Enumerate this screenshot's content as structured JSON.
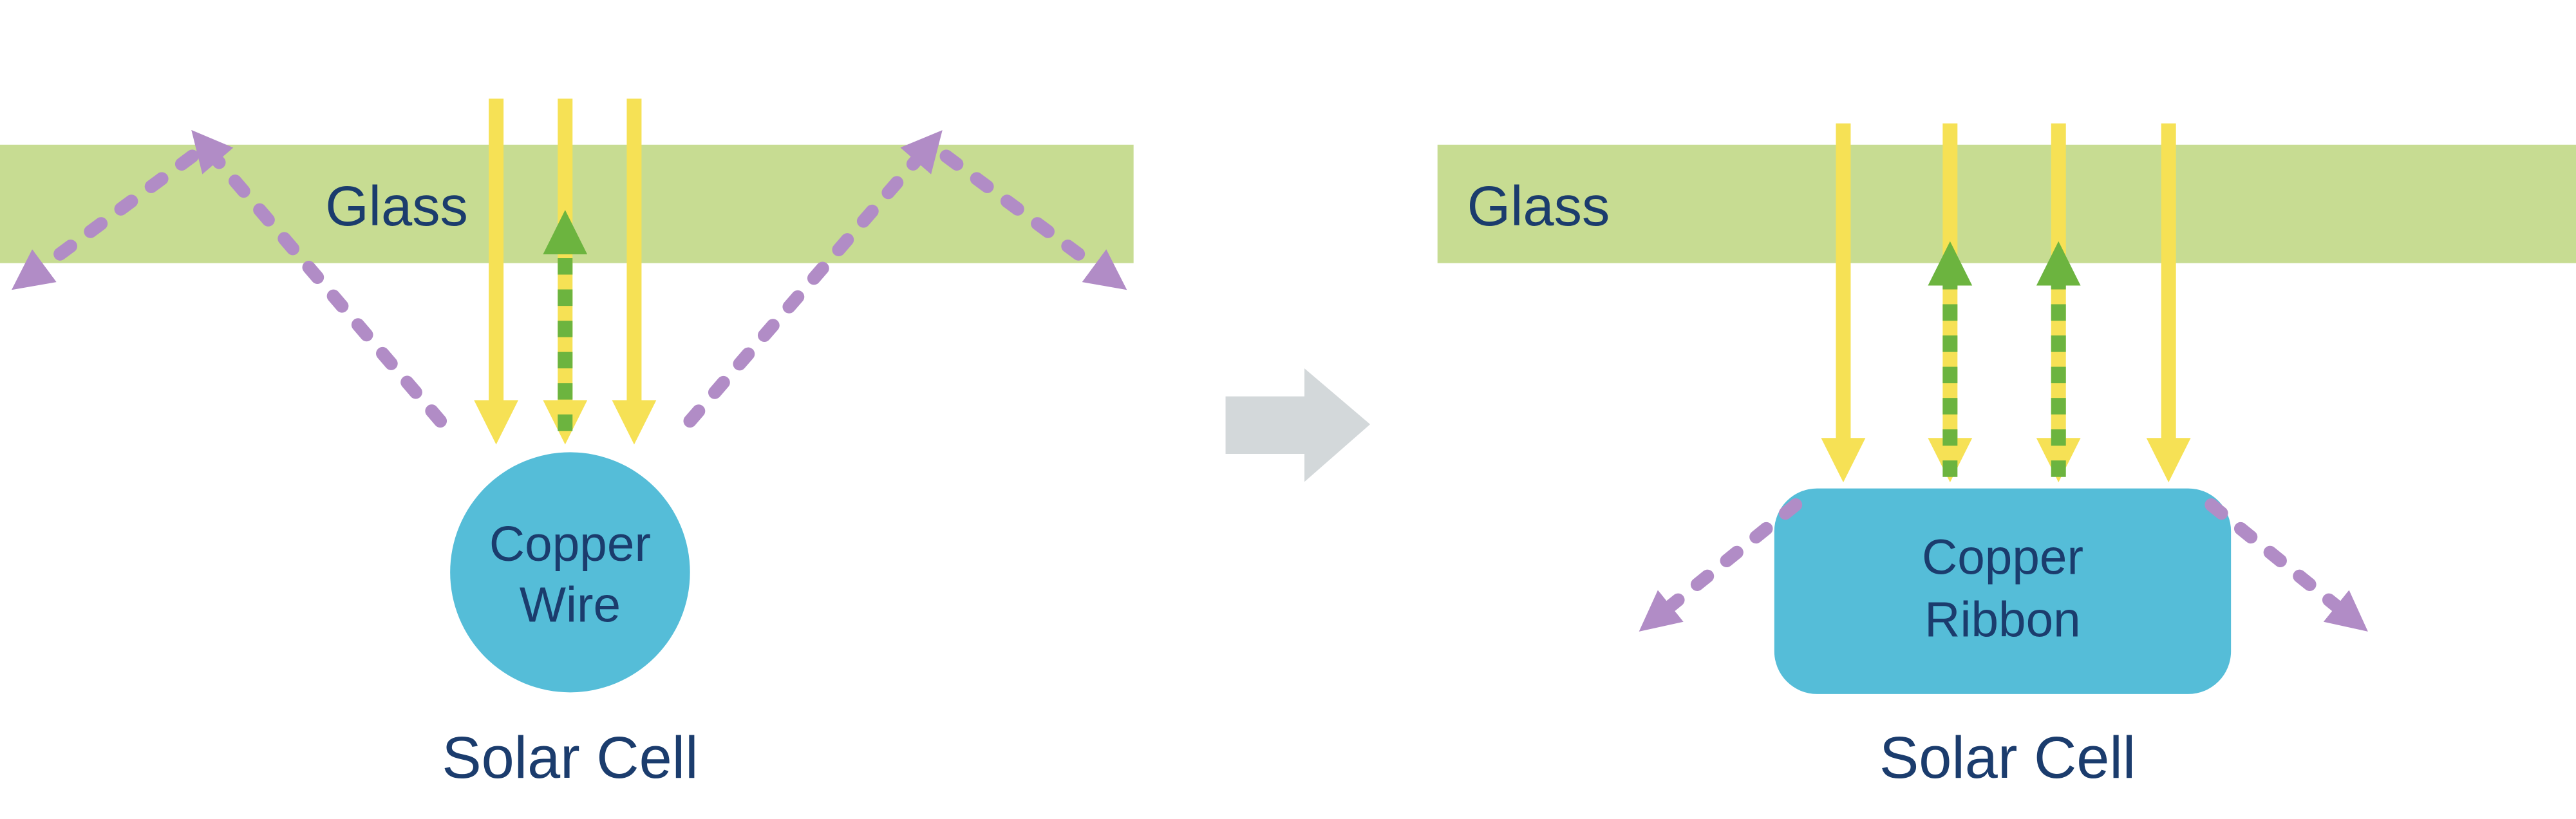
{
  "left_panel": {
    "glass_label": "Glass",
    "conductor_label": {
      "line1": "Copper",
      "line2": "Wire"
    },
    "cell_label": "Solar Cell"
  },
  "right_panel": {
    "glass_label": "Glass",
    "conductor_label": {
      "line1": "Copper",
      "line2": "Ribbon"
    },
    "cell_label": "Solar Cell"
  },
  "icons": {
    "sunlight_arrow": "solid-yellow-down-arrow",
    "reflected_light_arrow": "dashed-green-up-arrow",
    "scattered_light_arrow": "dashed-purple-diagonal-arrow",
    "transition_arrow": "gray-block-right-arrow"
  },
  "colors": {
    "background": "#ffffff",
    "glass": "#c7dc92",
    "label_text": "#1b3c6d",
    "sunlight": "#f6e155",
    "reflected": "#6cb43f",
    "scattered": "#b18cc6",
    "conductor": "#55bdd8",
    "transition": "#d3d8da"
  }
}
